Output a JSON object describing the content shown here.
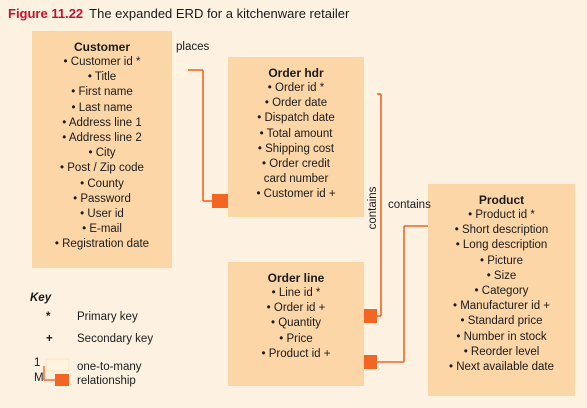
{
  "figure": {
    "number": "Figure 11.22",
    "caption": "The expanded ERD for a kitchenware retailer"
  },
  "entities": {
    "customer": {
      "title": "Customer",
      "attributes": [
        "• Customer id *",
        "• Title",
        "• First name",
        "• Last name",
        "• Address line 1",
        "• Address line 2",
        "• City",
        "• Post / Zip code",
        "• County",
        "• Password",
        "• User id",
        "• E-mail",
        "• Registration date"
      ]
    },
    "order_hdr": {
      "title": "Order hdr",
      "attributes": [
        "• Order id *",
        "• Order date",
        "• Dispatch date",
        "• Total amount",
        "• Shipping cost",
        "• Order credit",
        "card number",
        "• Customer id +"
      ]
    },
    "order_line": {
      "title": "Order line",
      "attributes": [
        "• Line id *",
        "• Order id +",
        "• Quantity",
        "• Price",
        "• Product id +"
      ]
    },
    "product": {
      "title": "Product",
      "attributes": [
        "• Product id *",
        "• Short description",
        "• Long description",
        "• Picture",
        "• Size",
        "• Category",
        "• Manufacturer id +",
        "• Standard price",
        "• Number in stock",
        "• Reorder level",
        "• Next available date"
      ]
    }
  },
  "relationships": {
    "places": "places",
    "contains_vertical": "contains",
    "contains_horizontal": "contains"
  },
  "key": {
    "title": "Key",
    "primary": {
      "symbol": "*",
      "label": "Primary key"
    },
    "secondary": {
      "symbol": "+",
      "label": "Secondary key"
    },
    "relationship": {
      "one": "1",
      "many": "M",
      "label_line1": "one-to-many",
      "label_line2": "relationship"
    }
  },
  "colors": {
    "entity_fill": "#fdd6a8",
    "background": "#fdf2e2",
    "one_marker": "#fff4e0",
    "many_marker": "#f26522",
    "connector": "#f26522",
    "title_red": "#c8102e"
  }
}
